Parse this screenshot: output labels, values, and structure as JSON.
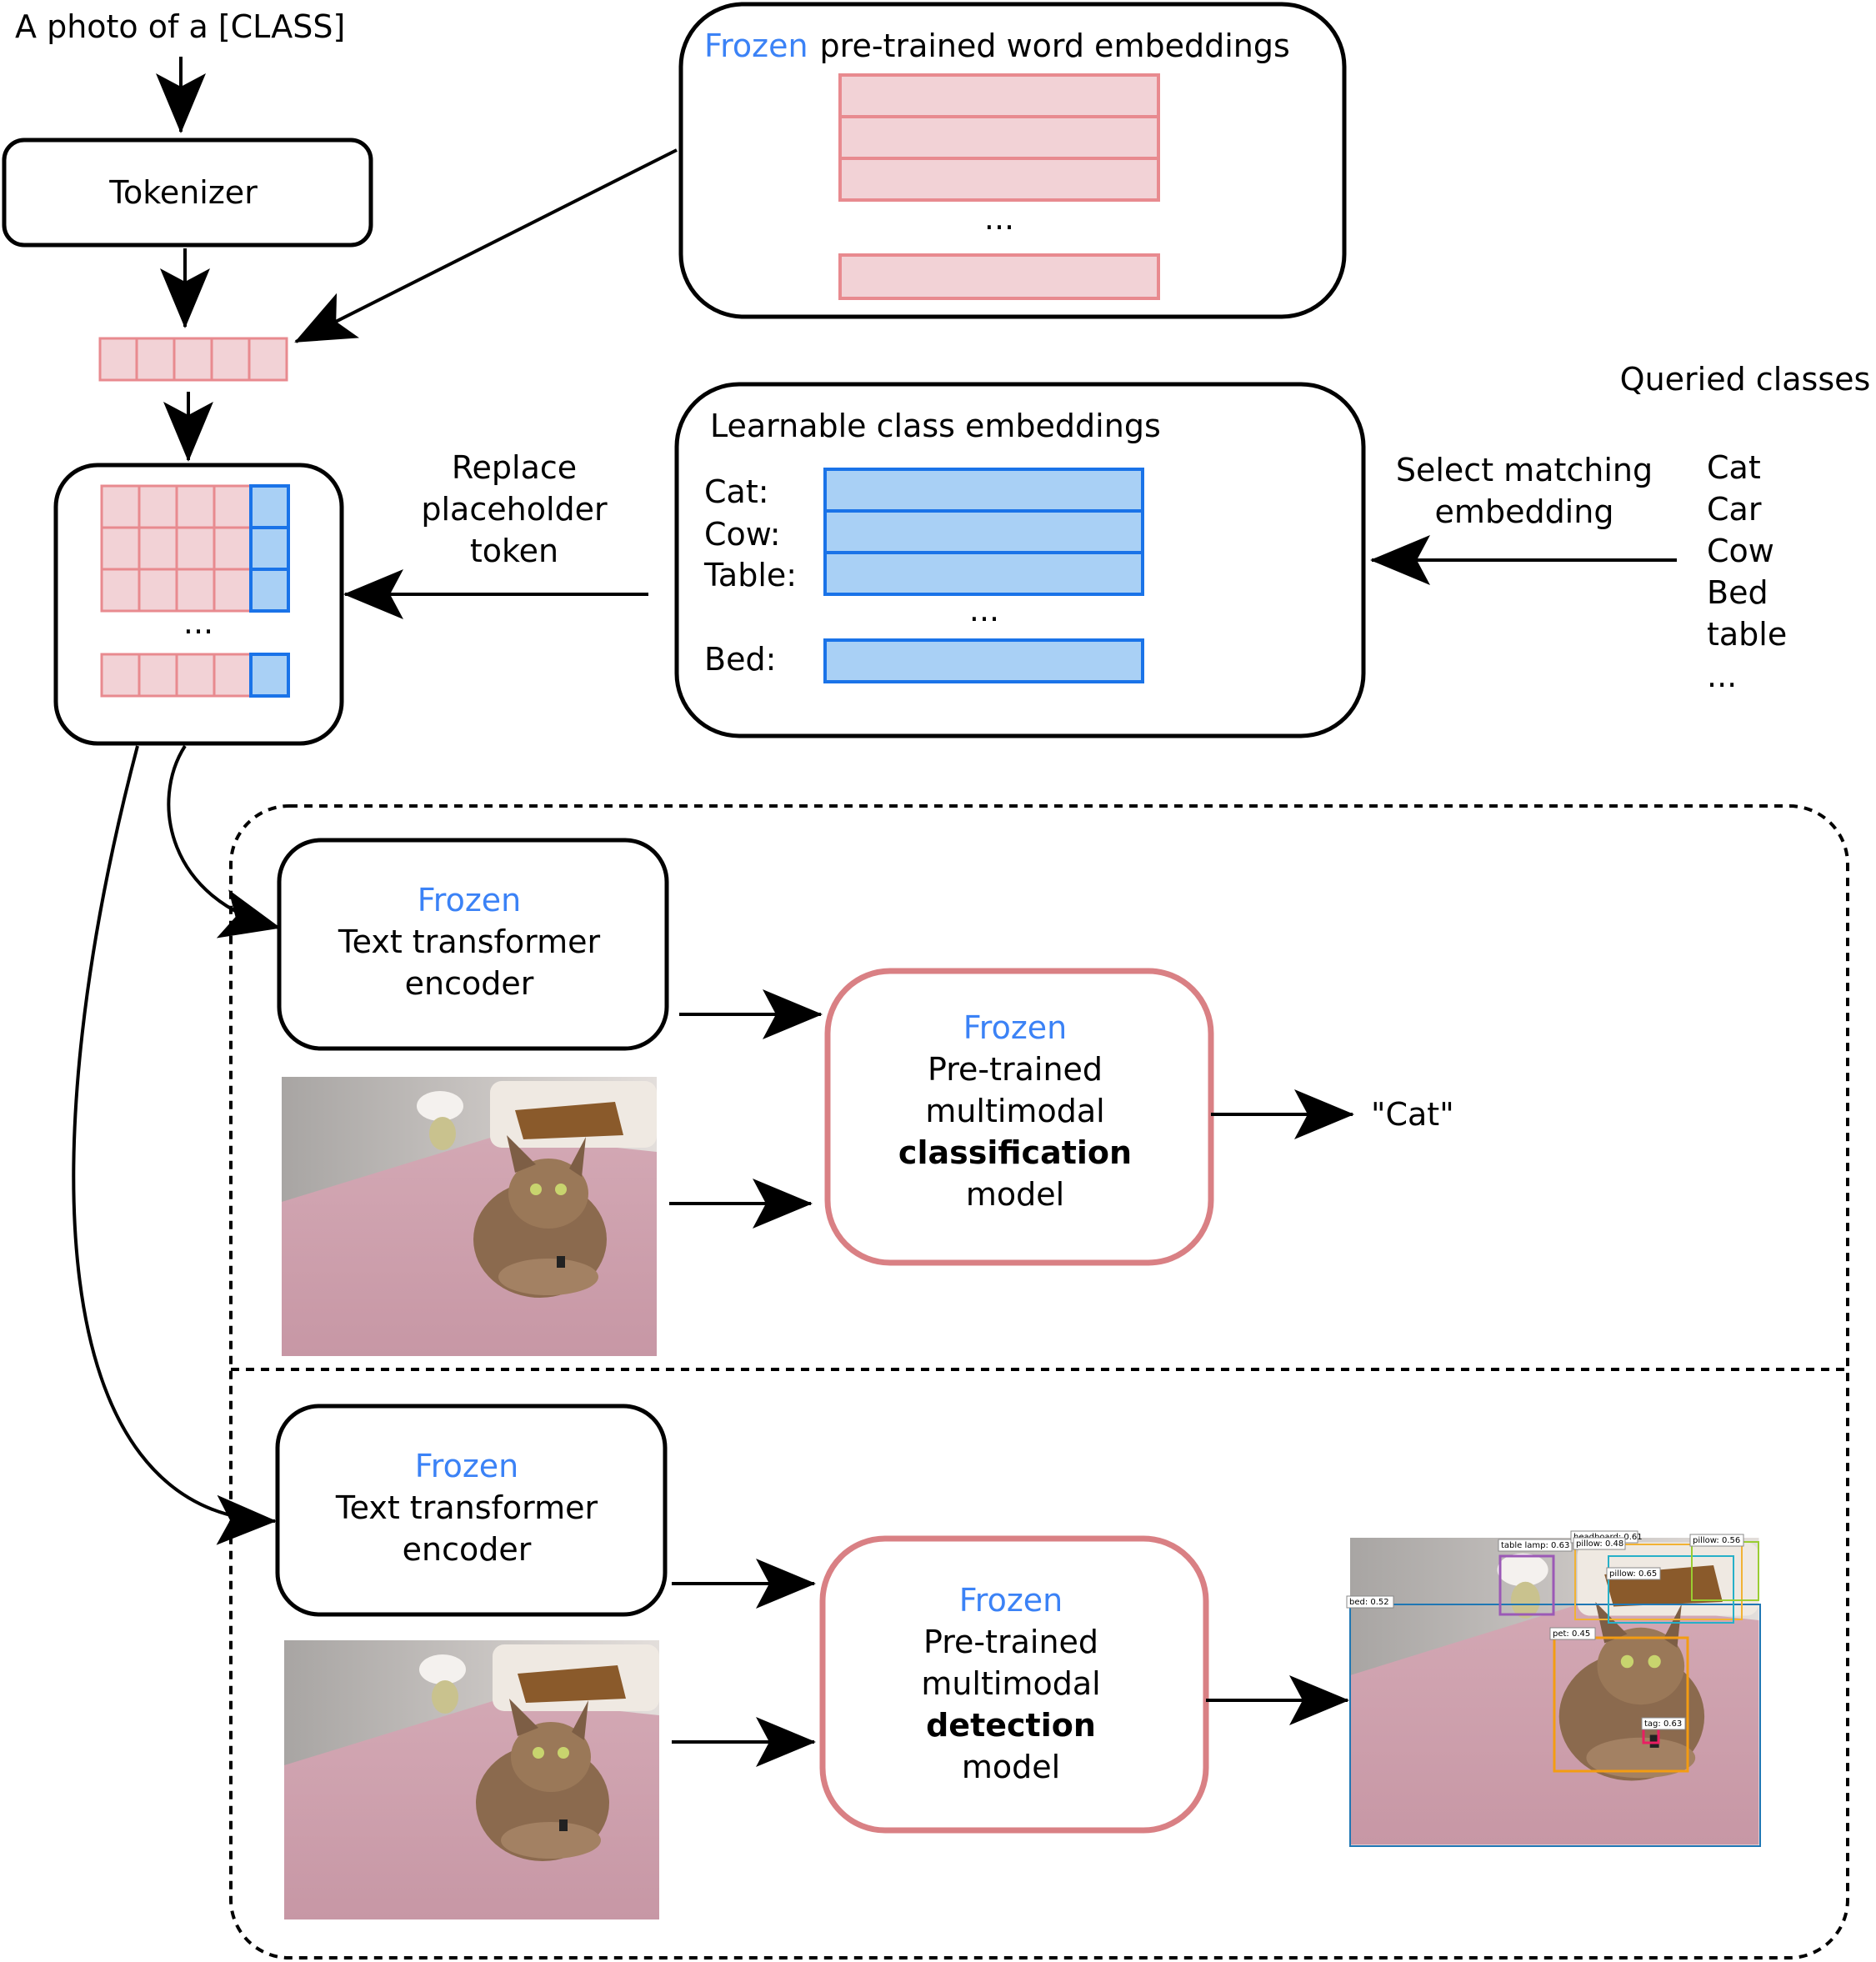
{
  "input_prompt": "A photo of a [CLASS]",
  "tokenizer_label": "Tokenizer",
  "frozen_word": "Frozen",
  "word_embeddings_title": "pre-trained word embeddings",
  "ellipsis": "...",
  "learnable_title": "Learnable class embeddings",
  "class_rows": [
    "Cat:",
    "Cow:",
    "Table:",
    "Bed:"
  ],
  "replace_label": [
    "Replace",
    "placeholder",
    "token"
  ],
  "select_label": [
    "Select matching",
    "embedding"
  ],
  "queried_title": "Queried classes",
  "queried_classes": [
    "Cat",
    "Car",
    "Cow",
    "Bed",
    "table",
    "..."
  ],
  "encoder_lines": [
    "Text transformer",
    "encoder"
  ],
  "classification_model": {
    "line1": "Pre-trained",
    "line2": "multimodal",
    "bold": "classification",
    "line4": "model"
  },
  "detection_model": {
    "line1": "Pre-trained",
    "line2": "multimodal",
    "bold": "detection",
    "line4": "model"
  },
  "output_label": "\"Cat\"",
  "detection_boxes": [
    "table lamp: 0.63",
    "headboard: 0.61",
    "pillow: 0.48",
    "pillow: 0.56",
    "pillow: 0.65",
    "bed: 0.52",
    "pet: 0.45",
    "tag: 0.63"
  ],
  "colors": {
    "frozen_blue": "#3b82f6",
    "pink_fill": "#f2d2d6",
    "pink_stroke": "#e88a8f",
    "blue_fill": "#a9d0f5",
    "blue_stroke": "#1a73e8",
    "model_stroke": "#d98084"
  }
}
